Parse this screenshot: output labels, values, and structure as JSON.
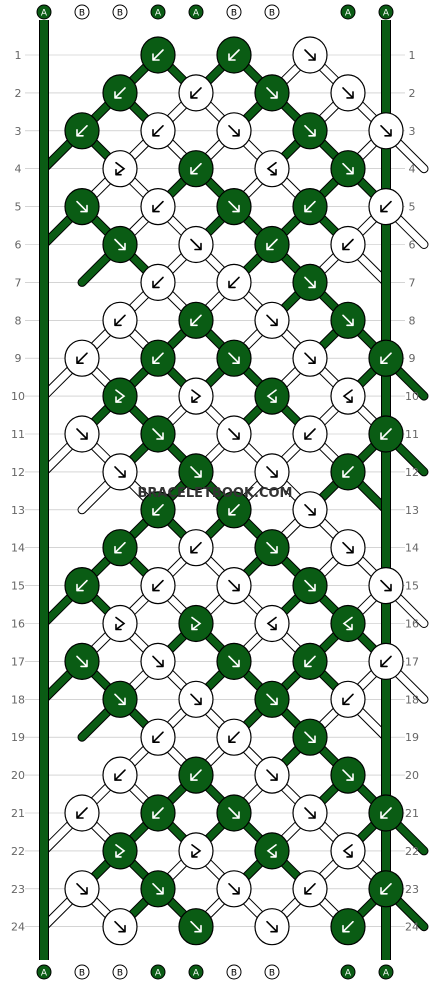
{
  "colors": {
    "A": "#0a5c14",
    "B": "#ffffff",
    "outline": "#000000",
    "grid": "#bbbbbb",
    "row_label": "#666666"
  },
  "strands_top": [
    "A",
    "B",
    "B",
    "A",
    "A",
    "B",
    "B",
    "A",
    "A"
  ],
  "strands_bottom": [
    "A",
    "B",
    "B",
    "A",
    "A",
    "B",
    "B",
    "A",
    "A"
  ],
  "row_labels": [
    "1",
    "2",
    "3",
    "4",
    "5",
    "6",
    "7",
    "8",
    "9",
    "10",
    "11",
    "12",
    "13",
    "14",
    "15",
    "16",
    "17",
    "18",
    "19",
    "20",
    "21",
    "22",
    "23",
    "24"
  ],
  "watermark": "BRACELETBOOK.COM",
  "knots": [
    [
      {
        "c": "A",
        "d": "sw"
      },
      {
        "c": "A",
        "d": "sw"
      },
      {
        "c": "B",
        "d": "se"
      }
    ],
    [
      {
        "c": "A",
        "d": "sw"
      },
      {
        "c": "B",
        "d": "sw"
      },
      {
        "c": "A",
        "d": "se"
      },
      {
        "c": "B",
        "d": "se"
      }
    ],
    [
      {
        "c": "A",
        "d": "sw"
      },
      {
        "c": "B",
        "d": "sw"
      },
      {
        "c": "B",
        "d": "se"
      },
      {
        "c": "A",
        "d": "se"
      },
      {
        "c": "B",
        "d": "se"
      }
    ],
    [
      {
        "c": "B",
        "d": "bsw"
      },
      {
        "c": "A",
        "d": "sw"
      },
      {
        "c": "B",
        "d": "bse"
      },
      {
        "c": "A",
        "d": "se"
      }
    ],
    [
      {
        "c": "A",
        "d": "se"
      },
      {
        "c": "B",
        "d": "sw"
      },
      {
        "c": "A",
        "d": "se"
      },
      {
        "c": "A",
        "d": "sw"
      },
      {
        "c": "B",
        "d": "sw"
      }
    ],
    [
      {
        "c": "A",
        "d": "se"
      },
      {
        "c": "B",
        "d": "se"
      },
      {
        "c": "A",
        "d": "sw"
      },
      {
        "c": "B",
        "d": "sw"
      }
    ],
    [
      {
        "c": "B",
        "d": "sw"
      },
      {
        "c": "B",
        "d": "sw"
      },
      {
        "c": "A",
        "d": "se"
      }
    ],
    [
      {
        "c": "B",
        "d": "sw"
      },
      {
        "c": "A",
        "d": "sw"
      },
      {
        "c": "B",
        "d": "se"
      },
      {
        "c": "A",
        "d": "se"
      }
    ],
    [
      {
        "c": "B",
        "d": "sw"
      },
      {
        "c": "A",
        "d": "sw"
      },
      {
        "c": "A",
        "d": "se"
      },
      {
        "c": "B",
        "d": "se"
      },
      {
        "c": "A",
        "d": "sw"
      }
    ],
    [
      {
        "c": "A",
        "d": "bsw"
      },
      {
        "c": "B",
        "d": "bsw"
      },
      {
        "c": "A",
        "d": "bse"
      },
      {
        "c": "B",
        "d": "bse"
      }
    ],
    [
      {
        "c": "B",
        "d": "se"
      },
      {
        "c": "A",
        "d": "se"
      },
      {
        "c": "B",
        "d": "se"
      },
      {
        "c": "B",
        "d": "sw"
      },
      {
        "c": "A",
        "d": "sw"
      }
    ],
    [
      {
        "c": "B",
        "d": "se"
      },
      {
        "c": "A",
        "d": "se"
      },
      {
        "c": "B",
        "d": "se"
      },
      {
        "c": "A",
        "d": "sw"
      }
    ],
    [
      {
        "c": "A",
        "d": "sw"
      },
      {
        "c": "A",
        "d": "sw"
      },
      {
        "c": "B",
        "d": "se"
      }
    ],
    [
      {
        "c": "A",
        "d": "sw"
      },
      {
        "c": "B",
        "d": "sw"
      },
      {
        "c": "A",
        "d": "se"
      },
      {
        "c": "B",
        "d": "se"
      }
    ],
    [
      {
        "c": "A",
        "d": "sw"
      },
      {
        "c": "B",
        "d": "sw"
      },
      {
        "c": "B",
        "d": "se"
      },
      {
        "c": "A",
        "d": "se"
      },
      {
        "c": "B",
        "d": "se"
      }
    ],
    [
      {
        "c": "B",
        "d": "bsw"
      },
      {
        "c": "A",
        "d": "bsw"
      },
      {
        "c": "B",
        "d": "bse"
      },
      {
        "c": "A",
        "d": "bse"
      }
    ],
    [
      {
        "c": "A",
        "d": "se"
      },
      {
        "c": "B",
        "d": "se"
      },
      {
        "c": "A",
        "d": "se"
      },
      {
        "c": "A",
        "d": "sw"
      },
      {
        "c": "B",
        "d": "sw"
      }
    ],
    [
      {
        "c": "A",
        "d": "se"
      },
      {
        "c": "B",
        "d": "se"
      },
      {
        "c": "A",
        "d": "se"
      },
      {
        "c": "B",
        "d": "sw"
      }
    ],
    [
      {
        "c": "B",
        "d": "sw"
      },
      {
        "c": "B",
        "d": "sw"
      },
      {
        "c": "A",
        "d": "se"
      }
    ],
    [
      {
        "c": "B",
        "d": "sw"
      },
      {
        "c": "A",
        "d": "sw"
      },
      {
        "c": "B",
        "d": "se"
      },
      {
        "c": "A",
        "d": "se"
      }
    ],
    [
      {
        "c": "B",
        "d": "sw"
      },
      {
        "c": "A",
        "d": "sw"
      },
      {
        "c": "A",
        "d": "se"
      },
      {
        "c": "B",
        "d": "se"
      },
      {
        "c": "A",
        "d": "sw"
      }
    ],
    [
      {
        "c": "A",
        "d": "bsw"
      },
      {
        "c": "B",
        "d": "bsw"
      },
      {
        "c": "A",
        "d": "bse"
      },
      {
        "c": "B",
        "d": "bse"
      }
    ],
    [
      {
        "c": "B",
        "d": "se"
      },
      {
        "c": "A",
        "d": "se"
      },
      {
        "c": "B",
        "d": "se"
      },
      {
        "c": "B",
        "d": "sw"
      },
      {
        "c": "A",
        "d": "sw"
      }
    ],
    [
      {
        "c": "B",
        "d": "se"
      },
      {
        "c": "A",
        "d": "se"
      },
      {
        "c": "B",
        "d": "se"
      },
      {
        "c": "A",
        "d": "sw"
      }
    ]
  ]
}
